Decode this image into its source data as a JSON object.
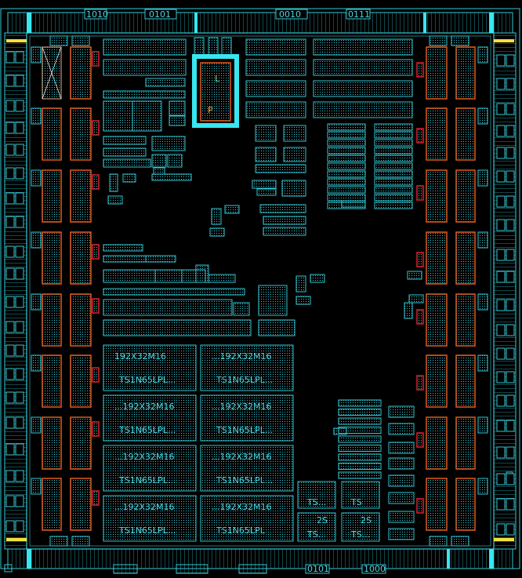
{
  "colors": {
    "background": "#000000",
    "cyan": "#35c9d4",
    "cyan_bright": "#38e6f0",
    "orange": "#e05a1e",
    "red": "#e0202a",
    "yellow": "#f0e040",
    "peach": "#e8b090"
  },
  "io_labels": {
    "top": [
      "1010",
      "0101",
      "0010",
      "0111"
    ],
    "bottom": [
      "0101",
      "1000"
    ]
  },
  "macro": {
    "label_l": "L",
    "label_p": "P"
  },
  "sram": {
    "name": "192X32M16",
    "type": "TS1N65LPL..."
  },
  "sram_blocks": [
    {
      "name": "192X32M16",
      "type": "TS1N65LPL..."
    },
    {
      "name": "...192X32M16",
      "type": "TS1N65LPL..."
    },
    {
      "name": "...192X32M16",
      "type": "TS1N65LPL..."
    },
    {
      "name": "...192X32M16",
      "type": "TS1N65LPL..."
    },
    {
      "name": "...192X32M16",
      "type": "TS1N65LPL..."
    },
    {
      "name": "...192X32M16",
      "type": "TS1N65LPL..."
    },
    {
      "name": "...192X32M16",
      "type": "TS1N65LPL..."
    },
    {
      "name": "...192X32M16",
      "type": "TS1N65LPL"
    }
  ],
  "small_macros": [
    {
      "line1": "TS...",
      "line2": ""
    },
    {
      "line1": "TS",
      "line2": ""
    },
    {
      "line1": "2S",
      "line2": "TS..."
    },
    {
      "line1": "2S",
      "line2": "TS..."
    }
  ]
}
